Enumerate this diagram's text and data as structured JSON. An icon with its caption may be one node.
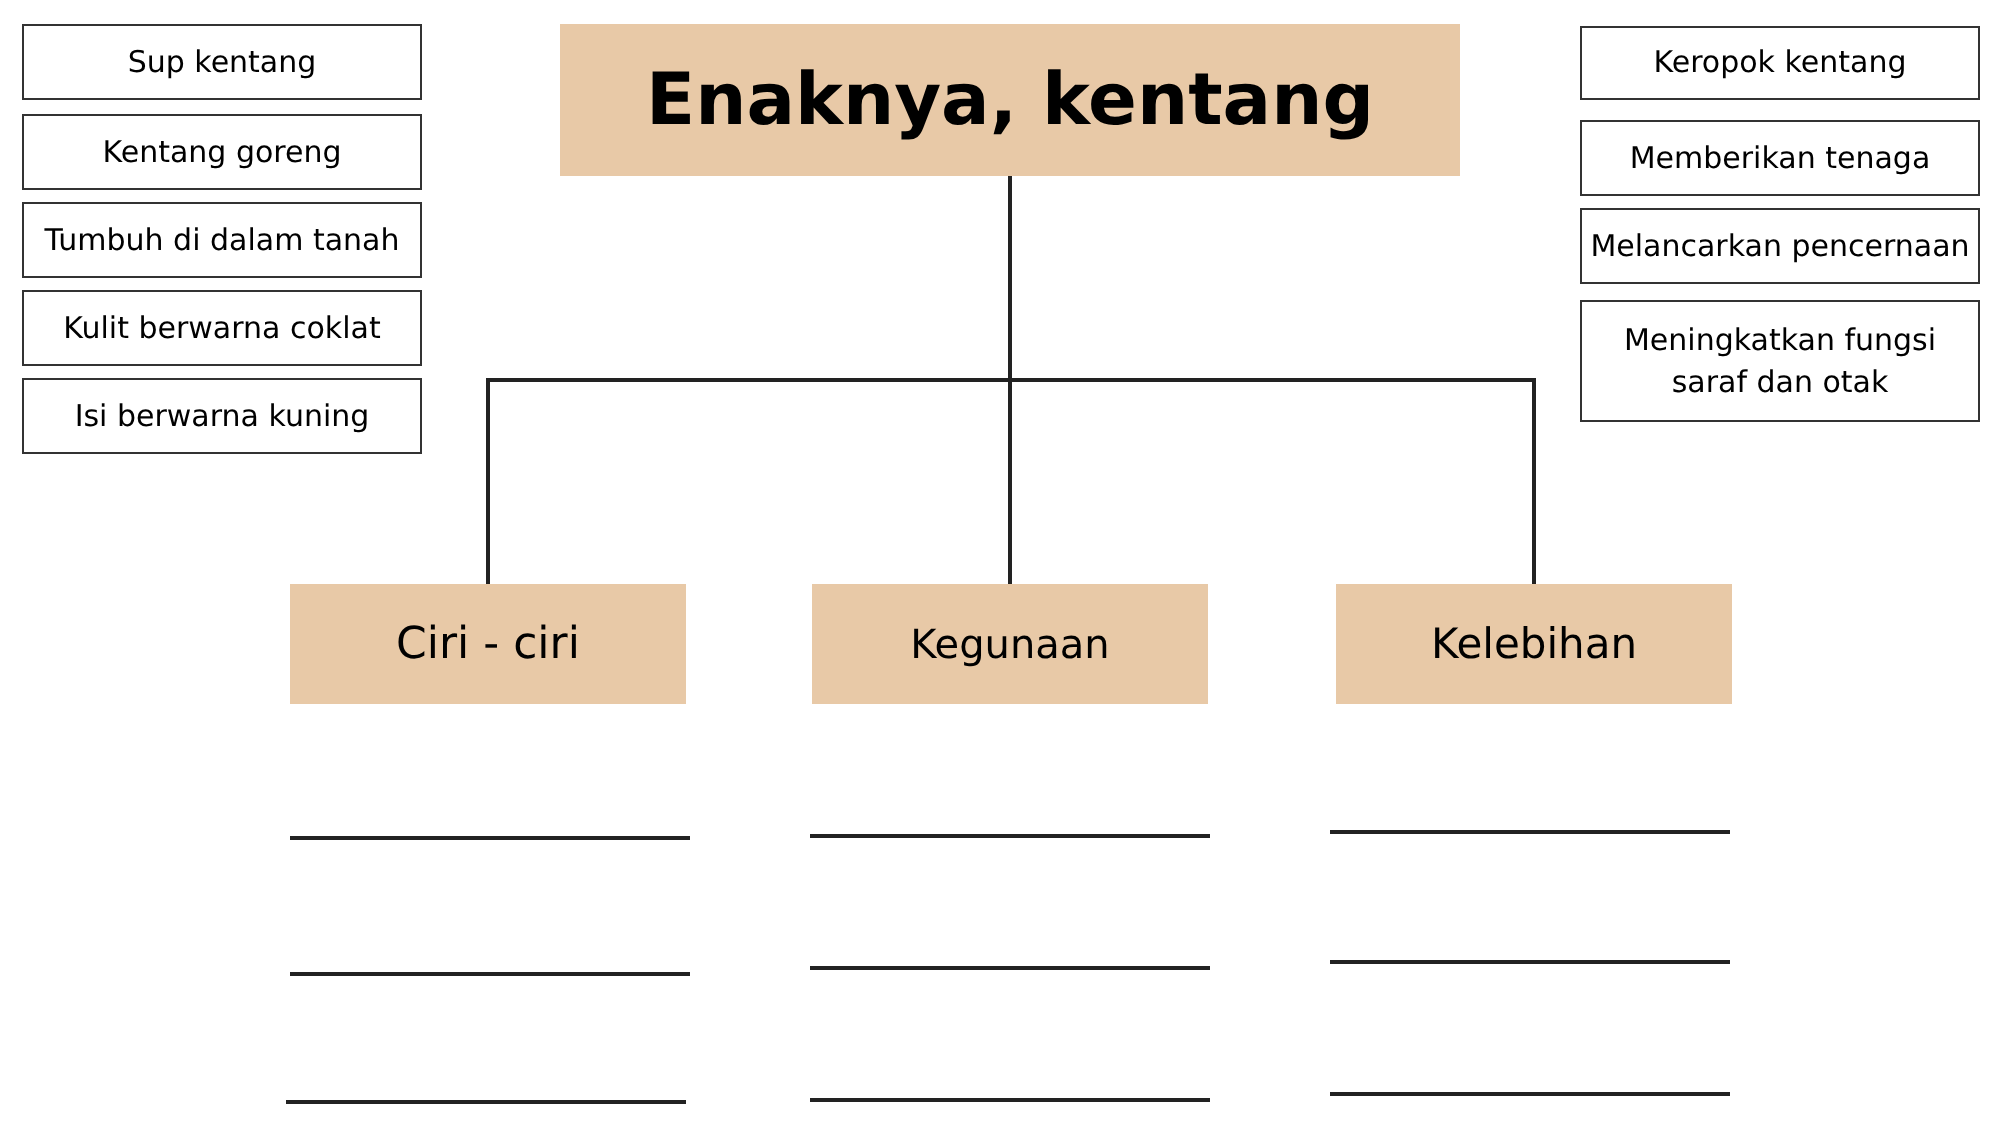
{
  "diagram": {
    "nodes": [
      {
        "text": [
          "Enaknya, kentang"
        ]
      },
      {
        "text": [
          "Ciri - ciri"
        ]
      },
      {
        "text": [
          "Kegunaan"
        ]
      },
      {
        "text": [
          "Kelebihan"
        ]
      },
      {
        "text": [
          "Sup kentang"
        ]
      },
      {
        "text": [
          "Kentang goreng"
        ]
      },
      {
        "text": [
          "Tumbuh di dalam tanah"
        ]
      },
      {
        "text": [
          "Kulit berwarna coklat"
        ]
      },
      {
        "text": [
          "Isi berwarna kuning"
        ]
      },
      {
        "text": [
          "Keropok kentang"
        ]
      },
      {
        "text": [
          "Memberikan tenaga"
        ]
      },
      {
        "text": [
          "Melancarkan pencernaan"
        ]
      },
      {
        "text": [
          "Meningkatkan fungsi saraf dan otak"
        ]
      }
    ],
    "edges": [
      {
        "from": 0,
        "to": 1,
        "arrow": "none"
      },
      {
        "from": 0,
        "to": 2,
        "arrow": "none"
      },
      {
        "from": 0,
        "to": 3,
        "arrow": "none"
      }
    ]
  }
}
